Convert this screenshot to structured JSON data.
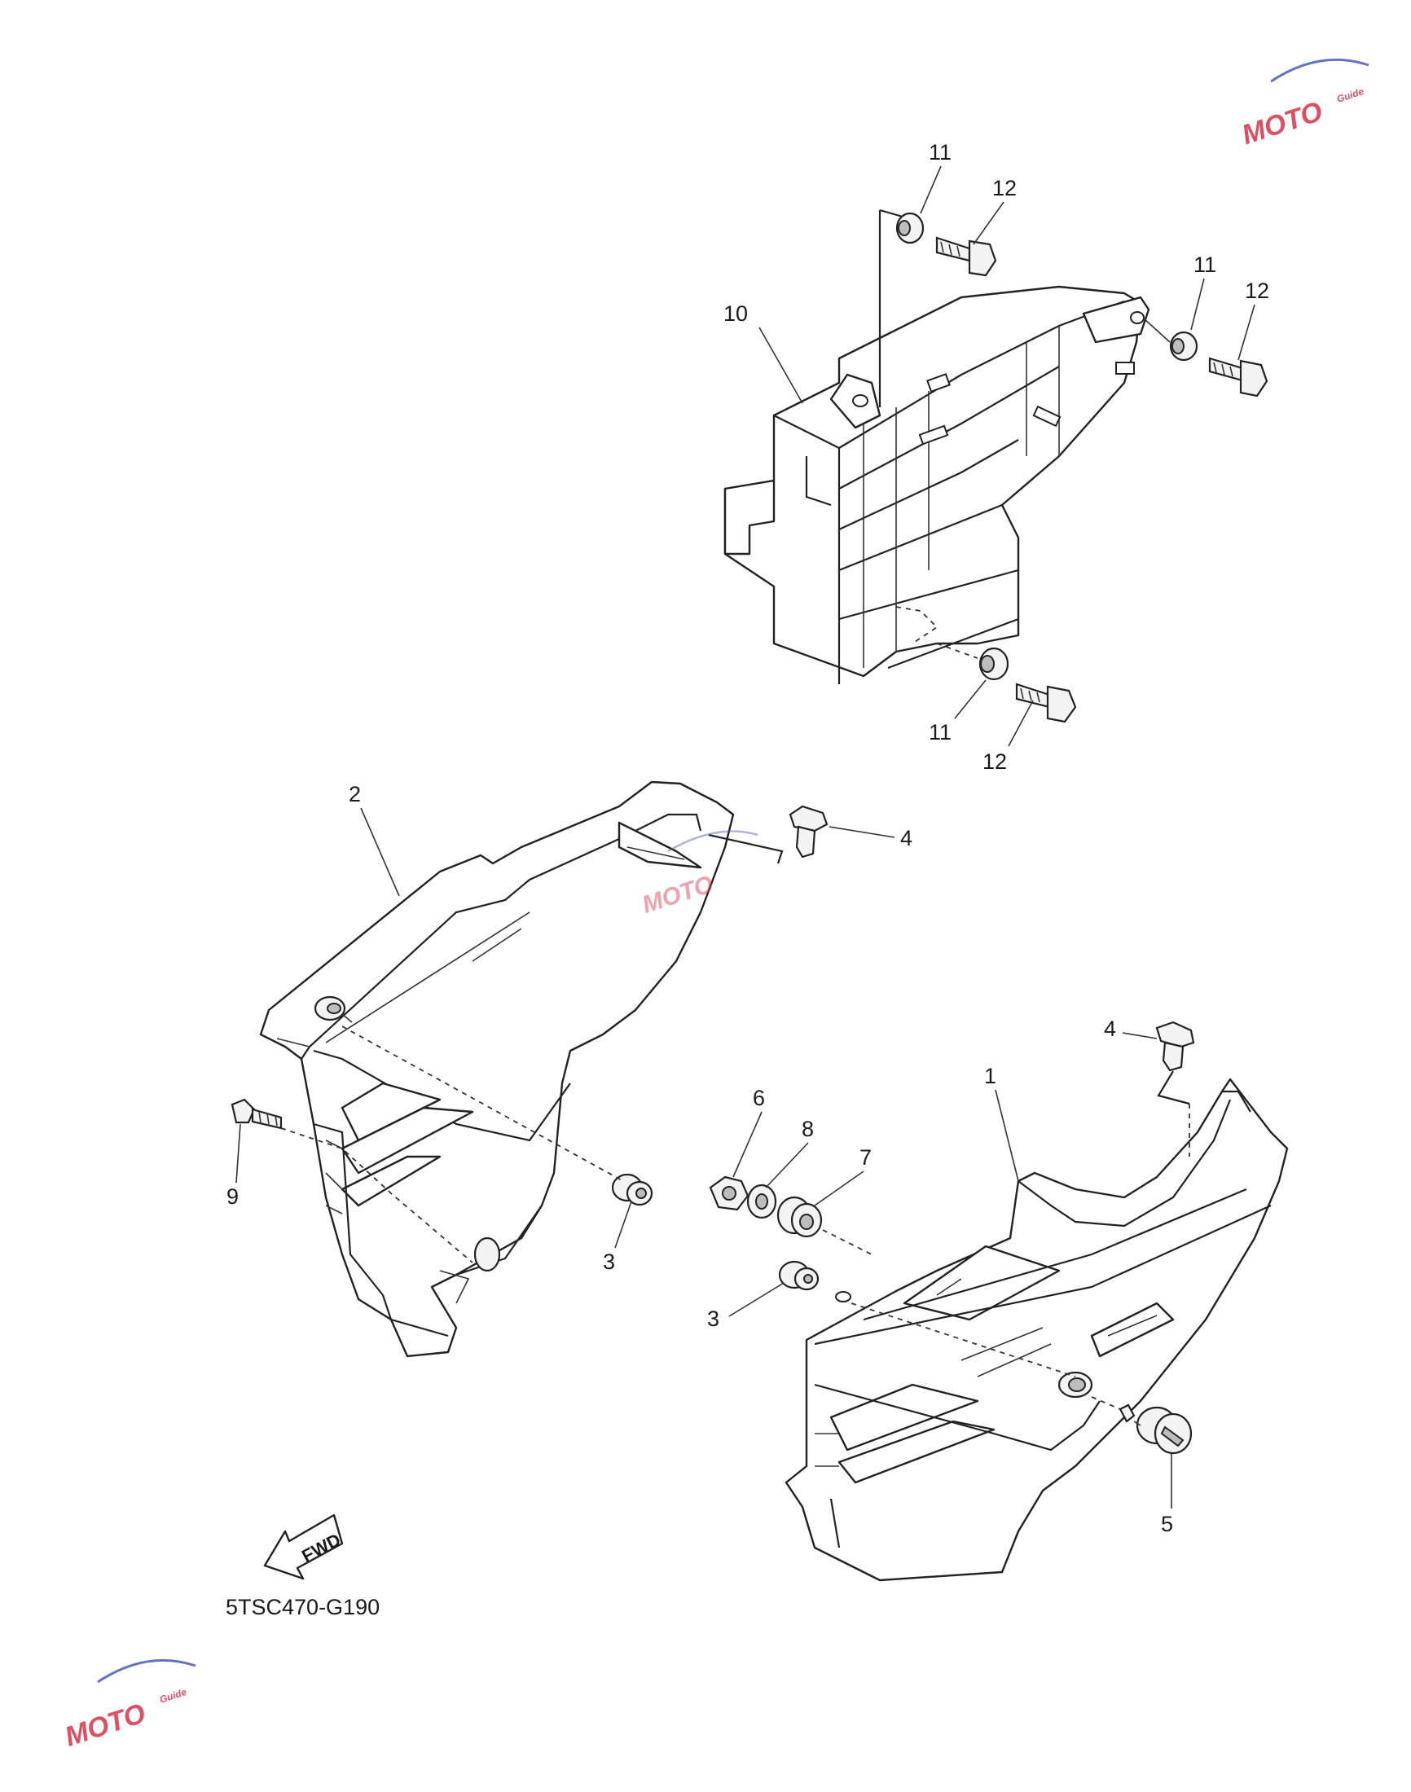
{
  "diagram": {
    "code": "5TSC470-G190",
    "fwd_label": "FWD",
    "watermark_text": "MOTO",
    "watermark_sub": "Guide",
    "watermark_color": "#d8324a",
    "watermark_accent": "#4a5bb0"
  },
  "parts": [
    {
      "id": "label-1",
      "number": "1"
    },
    {
      "id": "label-2",
      "number": "2"
    },
    {
      "id": "label-3a",
      "number": "3"
    },
    {
      "id": "label-3b",
      "number": "3"
    },
    {
      "id": "label-4a",
      "number": "4"
    },
    {
      "id": "label-4b",
      "number": "4"
    },
    {
      "id": "label-5",
      "number": "5"
    },
    {
      "id": "label-6",
      "number": "6"
    },
    {
      "id": "label-7",
      "number": "7"
    },
    {
      "id": "label-8",
      "number": "8"
    },
    {
      "id": "label-9",
      "number": "9"
    },
    {
      "id": "label-10",
      "number": "10"
    },
    {
      "id": "label-11a",
      "number": "11"
    },
    {
      "id": "label-11b",
      "number": "11"
    },
    {
      "id": "label-11c",
      "number": "11"
    },
    {
      "id": "label-12a",
      "number": "12"
    },
    {
      "id": "label-12b",
      "number": "12"
    },
    {
      "id": "label-12c",
      "number": "12"
    }
  ]
}
